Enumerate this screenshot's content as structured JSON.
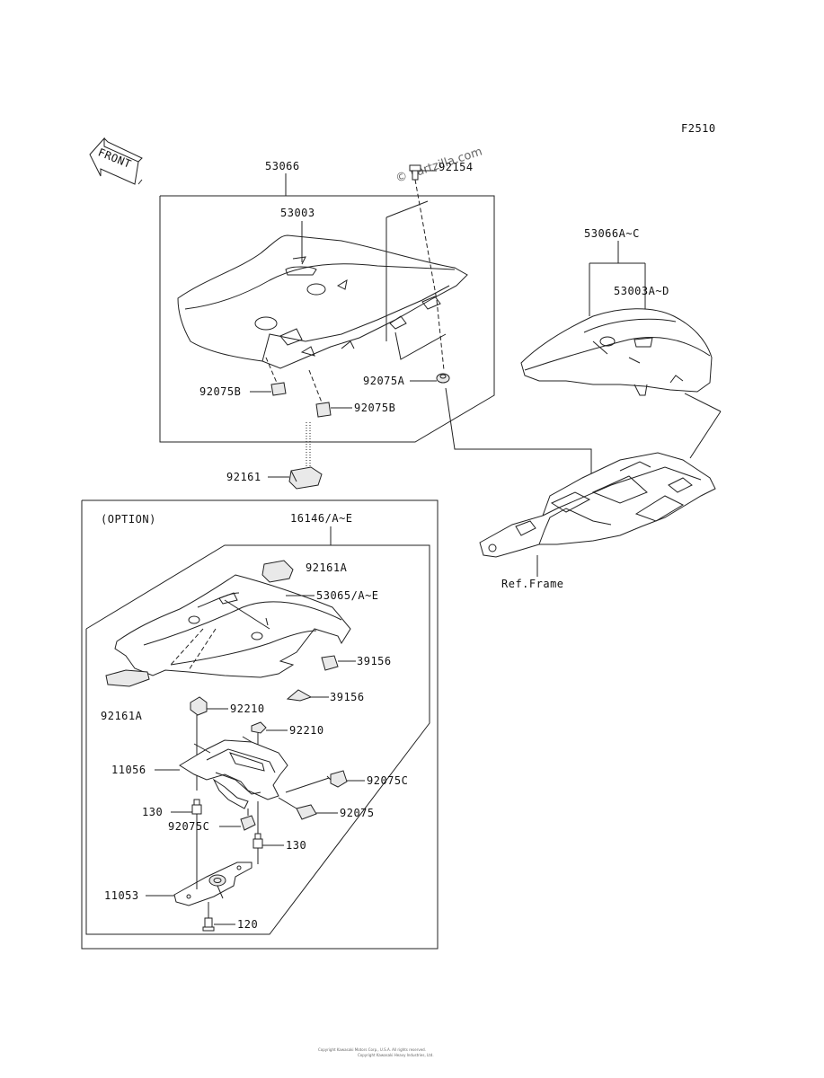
{
  "figure_code": "F2510",
  "front_arrow_label": "FRONT",
  "watermark": "© Partzilla.com",
  "option_label": "(OPTION)",
  "ref_frame_label": "Ref.Frame",
  "footer_line1": "Copyright Kawasaki Motors Corp., U.S.A. All rights reserved.",
  "footer_line2": "Copyright Kawasaki Heavy Industries, Ltd.",
  "parts": {
    "p53066": "53066",
    "p53003": "53003",
    "p92154": "92154",
    "p53066AC": "53066A~C",
    "p53003AD": "53003A~D",
    "p92075B_1": "92075B",
    "p92075A": "92075A",
    "p92075B_2": "92075B",
    "p92161": "92161",
    "p16146AE": "16146/A~E",
    "p92161A_1": "92161A",
    "p53065AE": "53065/A~E",
    "p39156_1": "39156",
    "p39156_2": "39156",
    "p92161A_2": "92161A",
    "p92210_1": "92210",
    "p92210_2": "92210",
    "p11056": "11056",
    "p92075C_1": "92075C",
    "p130_1": "130",
    "p92075": "92075",
    "p92075C_2": "92075C",
    "p130_2": "130",
    "p11053": "11053",
    "p120": "120"
  }
}
